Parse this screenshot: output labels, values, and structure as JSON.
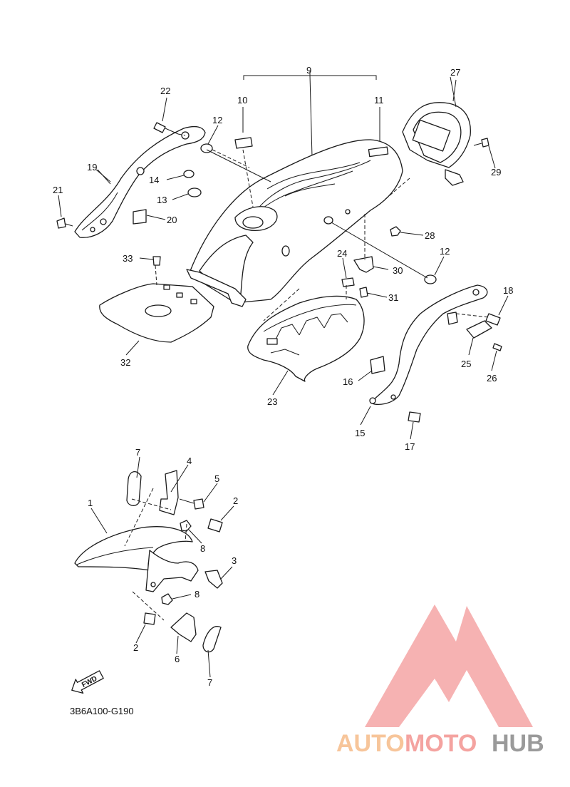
{
  "diagram": {
    "code": "3B6A100-G190",
    "fwd_label": "FWD",
    "callouts": [
      "1",
      "2",
      "3",
      "4",
      "5",
      "6",
      "7",
      "8",
      "9",
      "10",
      "11",
      "12",
      "13",
      "14",
      "15",
      "16",
      "17",
      "18",
      "19",
      "20",
      "21",
      "22",
      "23",
      "24",
      "25",
      "26",
      "27",
      "28",
      "29",
      "30",
      "31",
      "32",
      "33"
    ]
  },
  "watermark": {
    "part1": "AUTO",
    "part2": "MOTO",
    "part3": "HUB",
    "colors": {
      "auto": "#f7c59a",
      "moto": "#f4a3a0",
      "hub": "#9a9a9a",
      "triangle": "#f5a5a5"
    }
  }
}
